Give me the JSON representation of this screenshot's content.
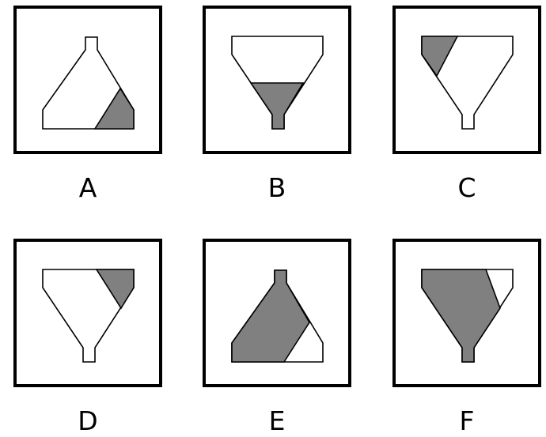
{
  "options": [
    {
      "label": "A"
    },
    {
      "label": "B"
    },
    {
      "label": "C"
    },
    {
      "label": "D"
    },
    {
      "label": "E"
    },
    {
      "label": "F"
    }
  ],
  "colors": {
    "border": "#000000",
    "shade": "#808080",
    "background": "#ffffff"
  }
}
